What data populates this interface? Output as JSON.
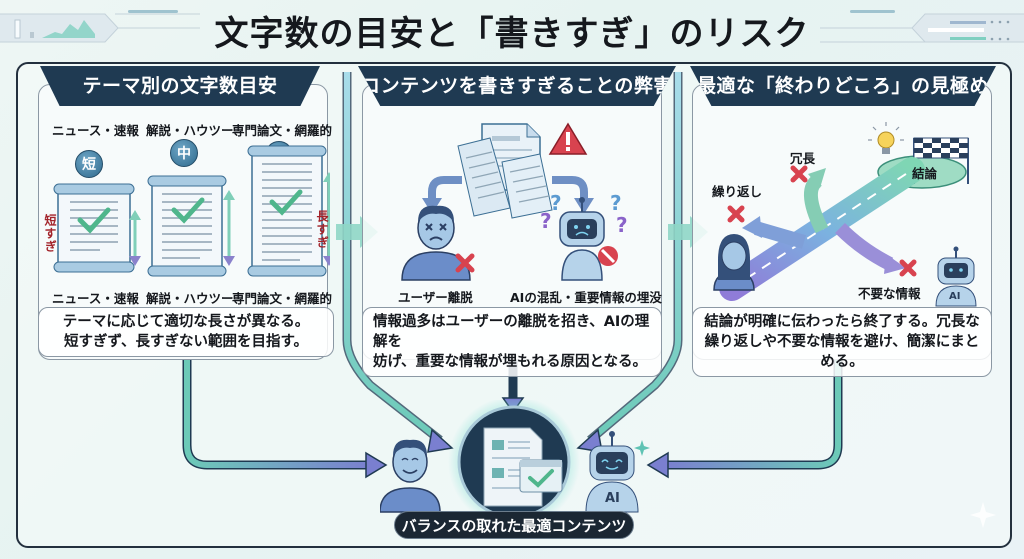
{
  "title": "文字数の目安と「書きすぎ」のリスク",
  "panels": {
    "left": {
      "header": "テーマ別の文字数目安",
      "categories_top": [
        "ニュース・速報",
        "解説・ハウツー",
        "専門論文・網羅的"
      ],
      "badges": [
        "短",
        "中",
        "長"
      ],
      "too_short_label": "短すぎ",
      "too_long_label": "長すぎ",
      "categories_bottom": [
        "ニュース・速報",
        "解説・ハウツー",
        "専門論文・網羅的"
      ],
      "caption_line1": "テーマに応じて適切な長さが異なる。",
      "caption_line2": "短すぎず、長すぎない範囲を目指す。"
    },
    "middle": {
      "header": "コンテンツを書きすぎることの弊害",
      "user_label": "ユーザー離脱",
      "ai_label": "AIの混乱・重要情報の埋没",
      "caption_line1": "情報過多はユーザーの離脱を招き、AIの理解を",
      "caption_line2": "妨げ、重要な情報が埋もれる原因となる。"
    },
    "right": {
      "header": "最適な「終わりどころ」の見極め方",
      "redundant_label": "冗長",
      "repeat_label": "繰り返し",
      "goal_label": "結論",
      "unneeded_label": "不要な情報",
      "ai_badge": "AI",
      "caption_line1": "結論が明確に伝わったら終了する。冗長な",
      "caption_line2": "繰り返しや不要な情報を避け、簡潔にまとめる。"
    }
  },
  "bottom": {
    "banner": "バランスの取れた最適コンテンツ",
    "ai_badge": "AI"
  },
  "colors": {
    "header_bg": "#1f3a52",
    "warning_red": "#d8434f",
    "check_green": "#4fb68c",
    "arrow_teal": "#6ccab8",
    "arrow_purple": "#7a7fd0"
  }
}
